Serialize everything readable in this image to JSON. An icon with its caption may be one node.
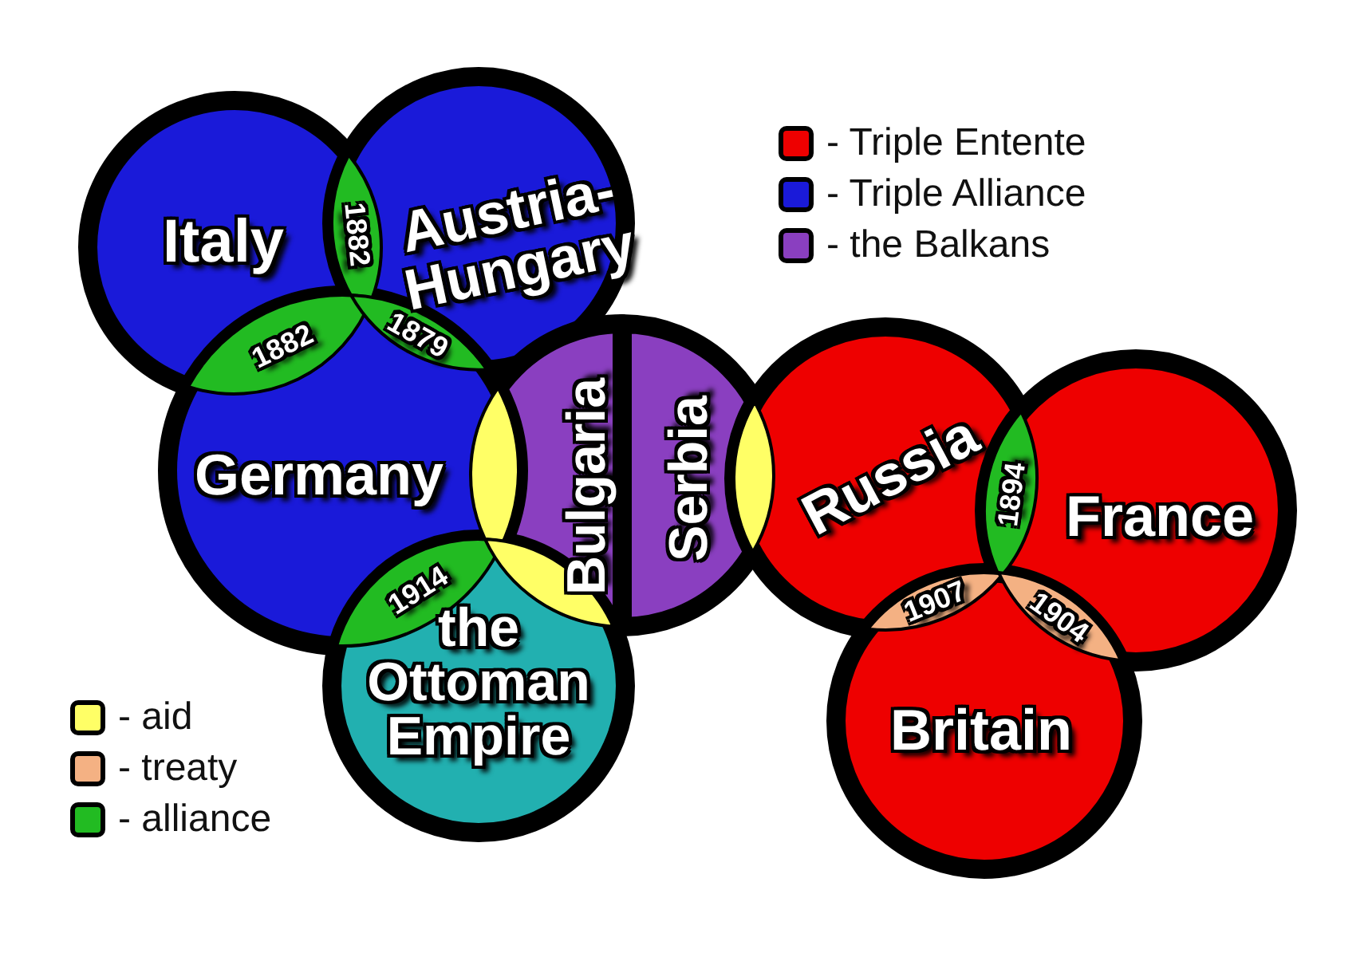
{
  "diagram": {
    "nodes": [
      {
        "text": [
          "Italy"
        ]
      },
      {
        "text": [
          "Austria-Hungary"
        ]
      },
      {
        "text": [
          "Bulgaria"
        ]
      },
      {
        "text": [
          "Serbia"
        ]
      },
      {
        "text": [
          "Russia"
        ]
      },
      {
        "text": [
          "France"
        ]
      },
      {
        "text": [
          "Germany"
        ]
      },
      {
        "text": [
          "the Ottoman Empire"
        ]
      },
      {
        "text": [
          "Britain"
        ]
      },
      {
        "text": [
          "1882"
        ]
      },
      {
        "text": [
          "1882"
        ]
      },
      {
        "text": [
          "1879"
        ]
      },
      {
        "text": [],
        "shape": "lens"
      },
      {
        "text": [
          "1914"
        ]
      },
      {
        "text": [],
        "shape": "lens"
      },
      {
        "text": [],
        "shape": "lens"
      },
      {
        "text": [
          "1894"
        ]
      },
      {
        "text": [
          "1907"
        ]
      },
      {
        "text": [
          "1904"
        ]
      }
    ],
    "legend": [
      {
        "text": "- Triple Entente",
        "color": "#ee0000"
      },
      {
        "text": "- Triple Alliance",
        "color": "#1a1ad9"
      },
      {
        "text": "- the Balkans",
        "color": "#8a3fc0"
      },
      {
        "text": "- aid",
        "color": "#ffff66"
      },
      {
        "text": "- treaty",
        "color": "#f4b183"
      },
      {
        "text": "- alliance",
        "color": "#22bb22"
      }
    ]
  }
}
